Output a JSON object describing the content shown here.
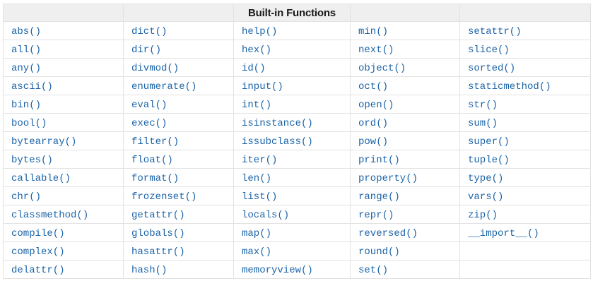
{
  "table": {
    "caption": "Built-in Functions",
    "rows": [
      [
        "abs()",
        "dict()",
        "help()",
        "min()",
        "setattr()"
      ],
      [
        "all()",
        "dir()",
        "hex()",
        "next()",
        "slice()"
      ],
      [
        "any()",
        "divmod()",
        "id()",
        "object()",
        "sorted()"
      ],
      [
        "ascii()",
        "enumerate()",
        "input()",
        "oct()",
        "staticmethod()"
      ],
      [
        "bin()",
        "eval()",
        "int()",
        "open()",
        "str()"
      ],
      [
        "bool()",
        "exec()",
        "isinstance()",
        "ord()",
        "sum()"
      ],
      [
        "bytearray()",
        "filter()",
        "issubclass()",
        "pow()",
        "super()"
      ],
      [
        "bytes()",
        "float()",
        "iter()",
        "print()",
        "tuple()"
      ],
      [
        "callable()",
        "format()",
        "len()",
        "property()",
        "type()"
      ],
      [
        "chr()",
        "frozenset()",
        "list()",
        "range()",
        "vars()"
      ],
      [
        "classmethod()",
        "getattr()",
        "locals()",
        "repr()",
        "zip()"
      ],
      [
        "compile()",
        "globals()",
        "map()",
        "reversed()",
        "__import__()"
      ],
      [
        "complex()",
        "hasattr()",
        "max()",
        "round()",
        ""
      ],
      [
        "delattr()",
        "hash()",
        "memoryview()",
        "set()",
        ""
      ]
    ],
    "colors": {
      "link_blue": "#1b63a8",
      "header_background": "#efefef",
      "border": "#e2e2e2",
      "header_text": "#1a1a1a",
      "row_background": "#ffffff"
    }
  }
}
